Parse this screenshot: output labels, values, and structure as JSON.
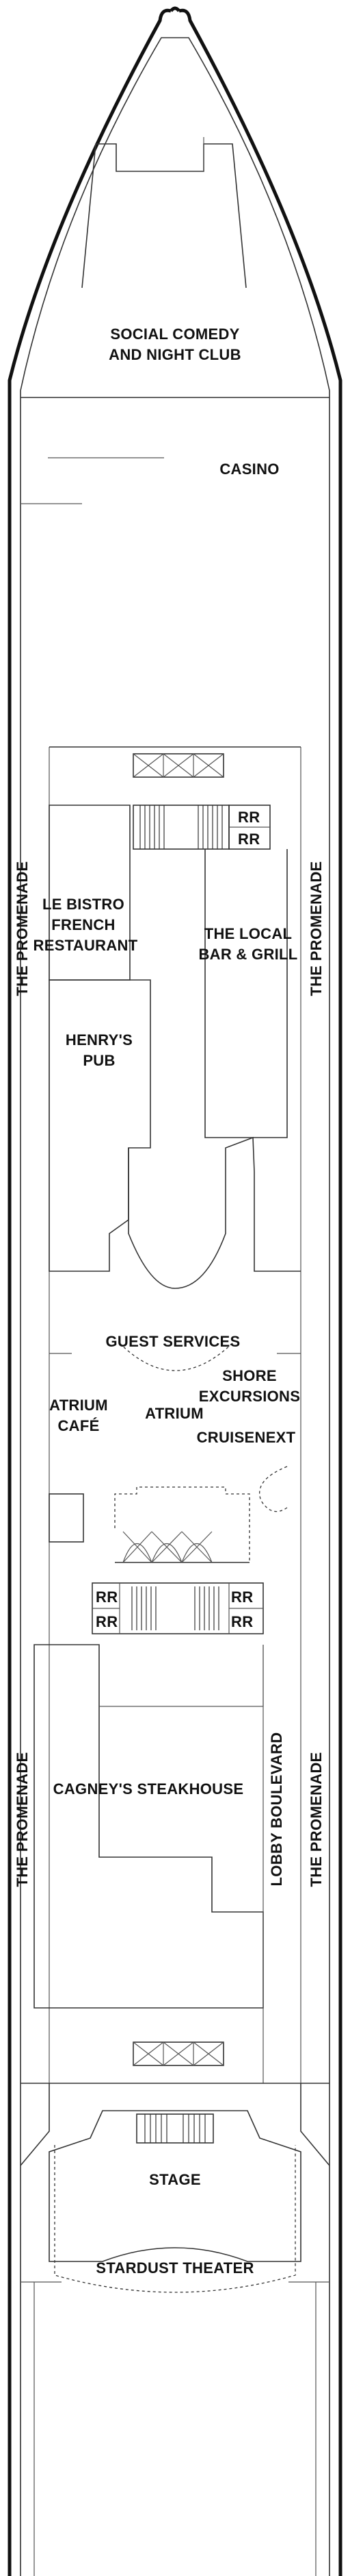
{
  "deck_plan": {
    "venues": {
      "social_comedy": [
        "SOCIAL COMEDY",
        "AND NIGHT CLUB"
      ],
      "casino": "CASINO",
      "le_bistro": [
        "LE BISTRO",
        "FRENCH",
        "RESTAURANT"
      ],
      "the_local": [
        "THE LOCAL",
        "BAR & GRILL"
      ],
      "henrys_pub": [
        "HENRY'S",
        "PUB"
      ],
      "guest_services": "GUEST SERVICES",
      "shore_excursions": [
        "SHORE",
        "EXCURSIONS"
      ],
      "cruisenext": "CRUISENEXT",
      "atrium_cafe": [
        "ATRIUM",
        "CAFÉ"
      ],
      "atrium": "ATRIUM",
      "cagneys": "CAGNEY'S STEAKHOUSE",
      "lobby_boulevard": "LOBBY BOULEVARD",
      "stage": "STAGE",
      "stardust": "STARDUST THEATER"
    },
    "promenade": "THE PROMENADE",
    "restroom": "RR"
  }
}
